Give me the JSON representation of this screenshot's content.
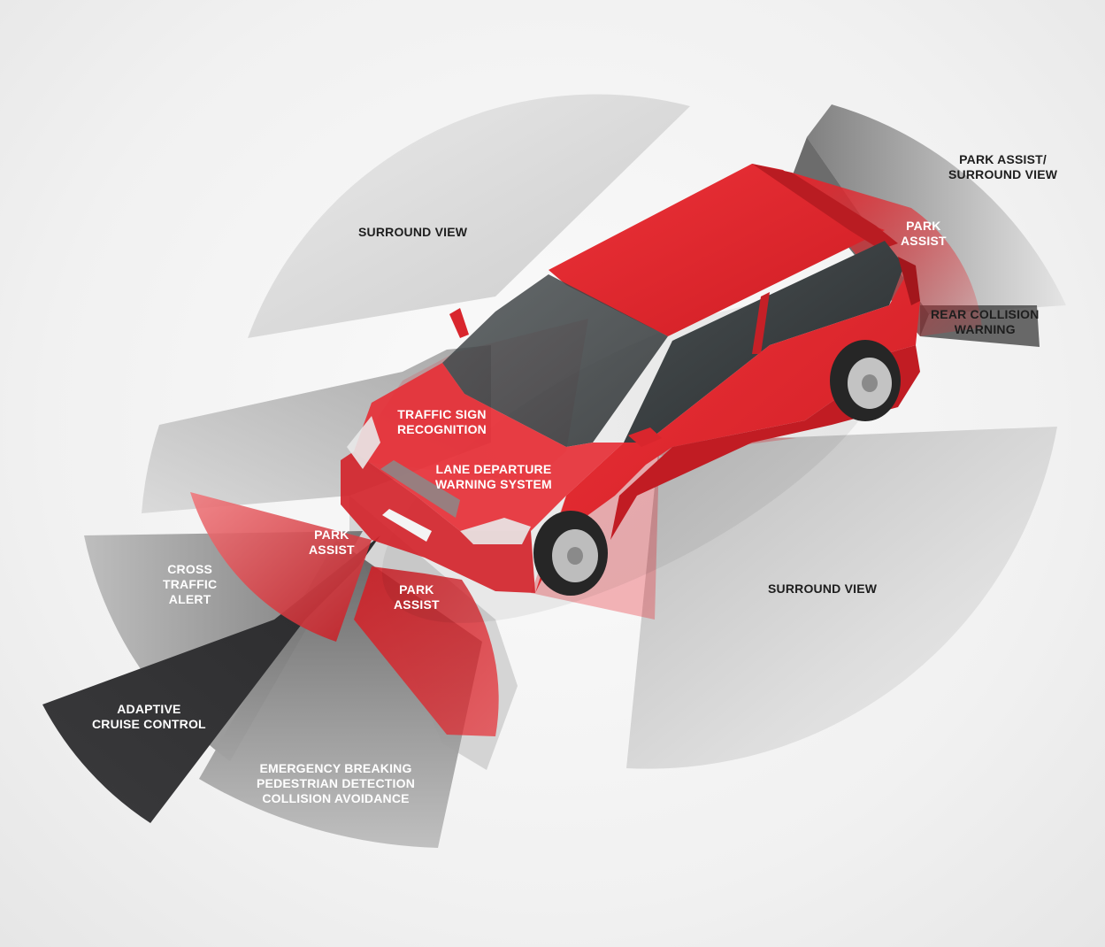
{
  "colors": {
    "sensor_red": "#e8232a",
    "car_body": "#e2262d",
    "sensor_grey": "#8f8f8f",
    "sensor_dark": "#2c2c2e",
    "label_dark": "#1e1e1e",
    "label_light": "#ffffff"
  },
  "labels": {
    "surround_view_front_left": [
      "SURROUND VIEW"
    ],
    "surround_view_right": [
      "SURROUND VIEW"
    ],
    "park_assist_surround_view_rear": [
      "PARK ASSIST/",
      "SURROUND VIEW"
    ],
    "park_assist_rear": [
      "PARK",
      "ASSIST"
    ],
    "rear_collision_warning": [
      "REAR COLLISION",
      "WARNING"
    ],
    "traffic_sign_recognition": [
      "TRAFFIC SIGN",
      "RECOGNITION"
    ],
    "lane_departure_warning": [
      "LANE DEPARTURE",
      "WARNING SYSTEM"
    ],
    "park_assist_front_left": [
      "PARK",
      "ASSIST"
    ],
    "park_assist_front_right": [
      "PARK",
      "ASSIST"
    ],
    "cross_traffic_alert": [
      "CROSS",
      "TRAFFIC",
      "ALERT"
    ],
    "adaptive_cruise_control": [
      "ADAPTIVE",
      "CRUISE CONTROL"
    ],
    "emergency_braking": [
      "EMERGENCY BREAKING",
      "PEDESTRIAN DETECTION",
      "COLLISION AVOIDANCE"
    ]
  }
}
